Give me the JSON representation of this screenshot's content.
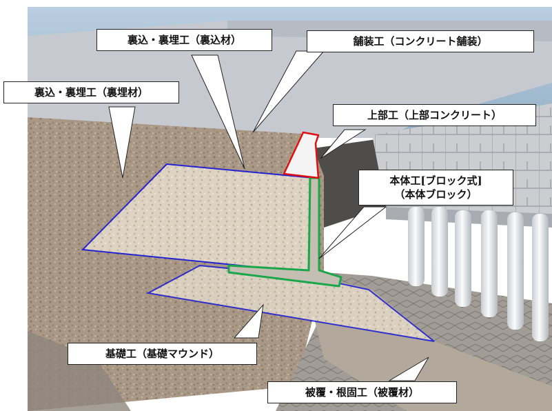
{
  "diagram": {
    "labels": {
      "backfill_material": "裏込・裏埋工（裏込材）",
      "backfill_soil": "裏込・裏埋工（裏埋材）",
      "pavement": "舗装工（コンクリート舗装）",
      "superstructure": "上部工（上部コンクリート）",
      "body_line1": "本体工[ブロック式]",
      "body_line2": "（本体ブロック）",
      "foundation": "基礎工（基礎マウンド）",
      "armor": "被覆・根固工（被覆材）"
    },
    "colors": {
      "sky": "#a9c2d6",
      "pavement": "#c9ccd2",
      "fill": "#aa9a88",
      "gravel_highlight": "#e8dfcf",
      "outline_blue": "#1a1ad6",
      "outline_red": "#e01010",
      "outline_green": "#1aa64a",
      "pile": "#eef0f3"
    }
  }
}
